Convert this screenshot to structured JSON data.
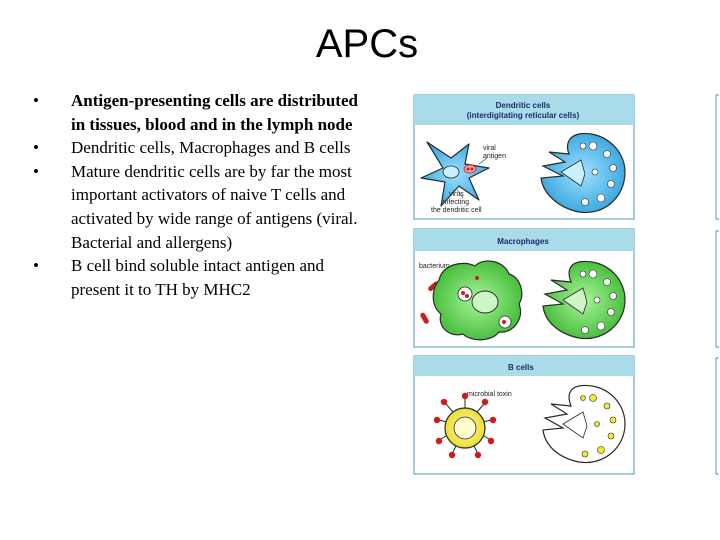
{
  "slide": {
    "title": "APCs",
    "bullet_symbol": "•",
    "bullets": [
      "Antigen-presenting cells are distributed in tissues, blood and in the lymph node",
      "Dendritic cells, Macrophages and B cells",
      "Mature dendritic cells are by far the most important activators of naive T cells and activated by wide range of antigens (viral. Bacterial and allergens)",
      "B cell bind soluble intact antigen and present it to TH by MHC2"
    ]
  },
  "figure": {
    "panels": [
      {
        "header_line1": "Dendritic cells",
        "header_line2": "(interdigitating reticular cells)",
        "labels": [
          "viral",
          "antigen",
          "virus",
          "infecting",
          "the dendritic cell"
        ]
      },
      {
        "header_line1": "Macrophages",
        "labels": [
          "bacterium"
        ]
      },
      {
        "header_line1": "B cells",
        "labels": [
          "microbial toxin"
        ]
      }
    ],
    "colors": {
      "header_bg": "#a9dbe9",
      "panel_border": "#4a9bbd",
      "dendritic_cell": "#4fb3e0",
      "macrophage": "#56c94c",
      "b_cell": "#f2ea2c",
      "antigen_red": "#d11a1a",
      "outline": "#2a2a2a"
    }
  }
}
